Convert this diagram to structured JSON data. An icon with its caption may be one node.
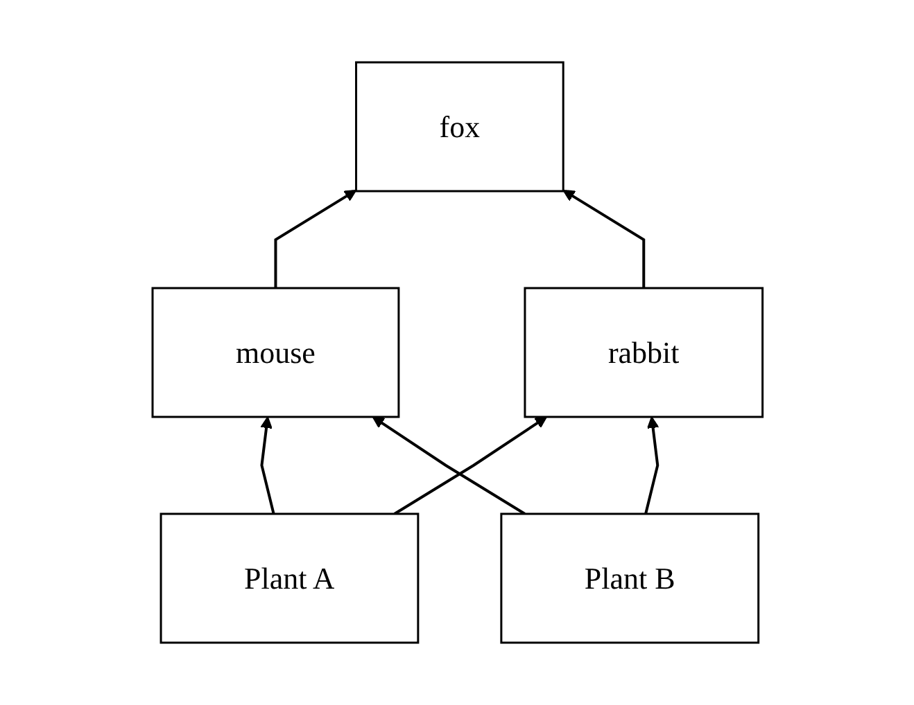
{
  "diagram": {
    "nodes": [
      {
        "text": [
          "fox"
        ]
      },
      {
        "text": [
          "mouse"
        ]
      },
      {
        "text": [
          "rabbit"
        ]
      },
      {
        "text": [
          "Plant A"
        ]
      },
      {
        "text": [
          "Plant B"
        ]
      }
    ],
    "edges": [
      {
        "from": 1,
        "to": 0,
        "arrow": "to"
      },
      {
        "from": 2,
        "to": 0,
        "arrow": "to"
      },
      {
        "from": 3,
        "to": 1,
        "arrow": "to"
      },
      {
        "from": 3,
        "to": 2,
        "arrow": "to"
      },
      {
        "from": 4,
        "to": 1,
        "arrow": "to"
      },
      {
        "from": 4,
        "to": 2,
        "arrow": "to"
      }
    ]
  }
}
